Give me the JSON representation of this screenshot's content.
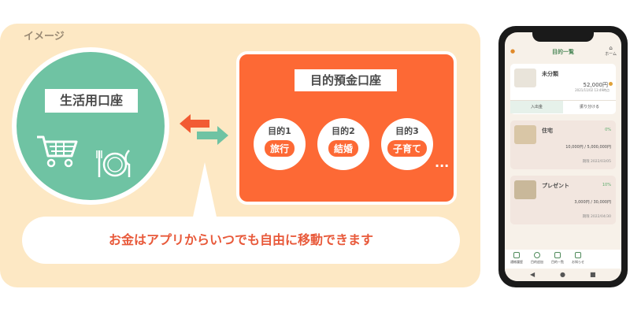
{
  "illustration": {
    "tag": "イメージ",
    "living_account": "生活用口座",
    "goal_account": "目的預金口座",
    "goals": [
      {
        "label": "目的1",
        "name": "旅行"
      },
      {
        "label": "目的2",
        "name": "結婚"
      },
      {
        "label": "目的3",
        "name": "子育て"
      }
    ],
    "more": "...",
    "message": "お金はアプリからいつでも自由に移動できます"
  },
  "colors": {
    "panel": "#fde8c4",
    "green": "#6fc3a3",
    "orange": "#fd6935",
    "message": "#e8593a"
  },
  "phone": {
    "header_title": "目的一覧",
    "home_label": "ホーム",
    "unallocated": {
      "name": "未分類",
      "amount": "52,000円",
      "timestamp": "2021/11/02 13:49時点",
      "deposit_button": "入出金",
      "allocate_button": "振り分ける"
    },
    "goals": [
      {
        "name": "住宅",
        "percent": "0%",
        "amount": "10,000円 / 5,000,000円",
        "date": "期限 2022/03/05"
      },
      {
        "name": "プレゼント",
        "percent": "10%",
        "amount": "3,000円 / 30,000円",
        "date": "期限 2022/04/30"
      }
    ],
    "tabs": [
      "通帳履歴",
      "目的追加",
      "目的一覧",
      "お知らせ"
    ],
    "nav": [
      "◀",
      "●",
      "■"
    ]
  }
}
